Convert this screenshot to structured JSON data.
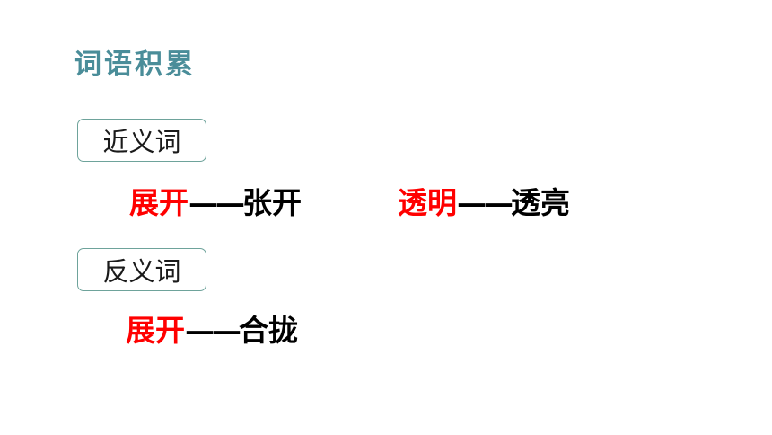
{
  "title": "词语积累",
  "synonyms": {
    "label": "近义词",
    "pairs": [
      {
        "word": "展开",
        "dash": "——",
        "match": "张开"
      },
      {
        "word": "透明",
        "dash": "——",
        "match": "透亮"
      }
    ]
  },
  "antonyms": {
    "label": "反义词",
    "pairs": [
      {
        "word": "展开",
        "dash": "——",
        "match": "合拢"
      }
    ]
  },
  "colors": {
    "title": "#4a8d99",
    "highlight": "#ff0000",
    "tag_border": "#6ea39b"
  }
}
